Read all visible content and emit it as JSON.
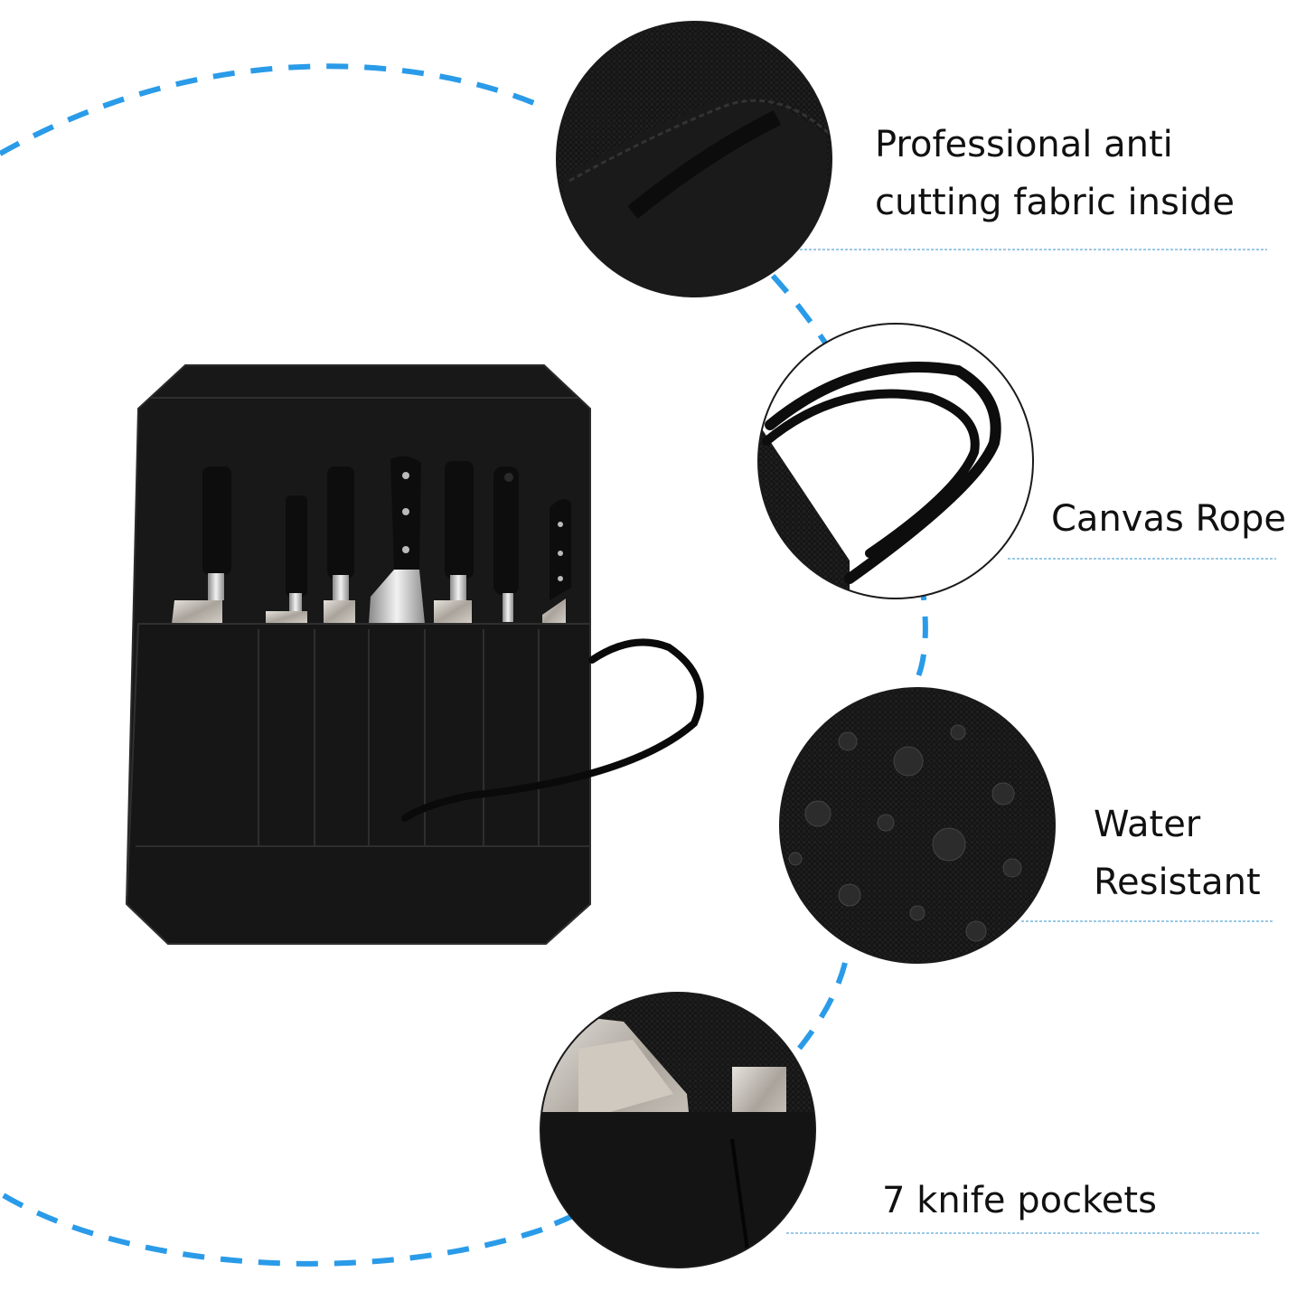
{
  "features": [
    {
      "label_lines": [
        "Professional anti",
        "cutting fabric inside"
      ],
      "photo": "anti-cut-fabric-closeup"
    },
    {
      "label_lines": [
        "Canvas Rope"
      ],
      "photo": "canvas-rope-closeup"
    },
    {
      "label_lines": [
        "Water",
        "Resistant"
      ],
      "photo": "water-droplets-closeup"
    },
    {
      "label_lines": [
        "7 knife pockets"
      ],
      "photo": "knife-pocket-closeup"
    }
  ],
  "colors": {
    "background": "#ffffff",
    "arc_dash": "#2a9be8",
    "divider": "#9ac8e6",
    "fabric": "#141414",
    "circle_border": "#1a1a1a",
    "text": "#111111"
  },
  "product": {
    "knife_count": 7
  }
}
